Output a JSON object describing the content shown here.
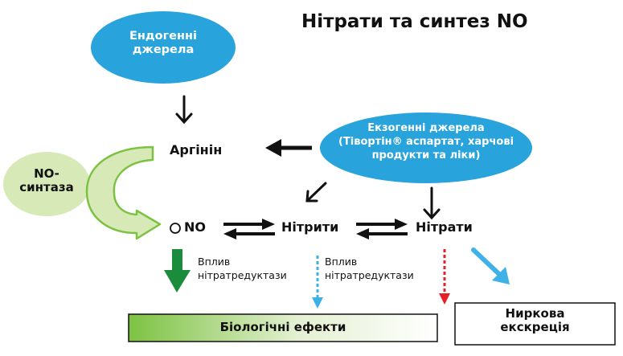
{
  "title": "Нітрати та синтез NO",
  "nodes": {
    "endogenous_line1": "Ендогенні",
    "endogenous_line2": "джерела",
    "exogenous_line1": "Екзогенні джерела",
    "exogenous_line2": "(Тівортін® аспартат, харчові",
    "exogenous_line3": "продукти та ліки)",
    "no_synthase_line1": "NO-",
    "no_synthase_line2": "синтаза",
    "arginine": "Аргінін",
    "no": "NO",
    "nitrites": "Нітрити",
    "nitrates": "Нітрати",
    "effect1_line1": "Вплив",
    "effect1_line2": "нітратредуктази",
    "effect2_line1": "Вплив",
    "effect2_line2": "нітратредуктази",
    "biological_effects": "Біологічні ефекти",
    "renal_line1": "Ниркова",
    "renal_line2": "екскреція"
  },
  "colors": {
    "ellipse_blue": "#29a3dc",
    "ellipse_green": "#d8e9b8",
    "green_arrow": "#1a8c3c",
    "cyan_arrow": "#3eb2e6",
    "red_arrow": "#e4202a",
    "bar_gradient_start": "#7cc242",
    "bar_gradient_end": "#ffffff"
  }
}
